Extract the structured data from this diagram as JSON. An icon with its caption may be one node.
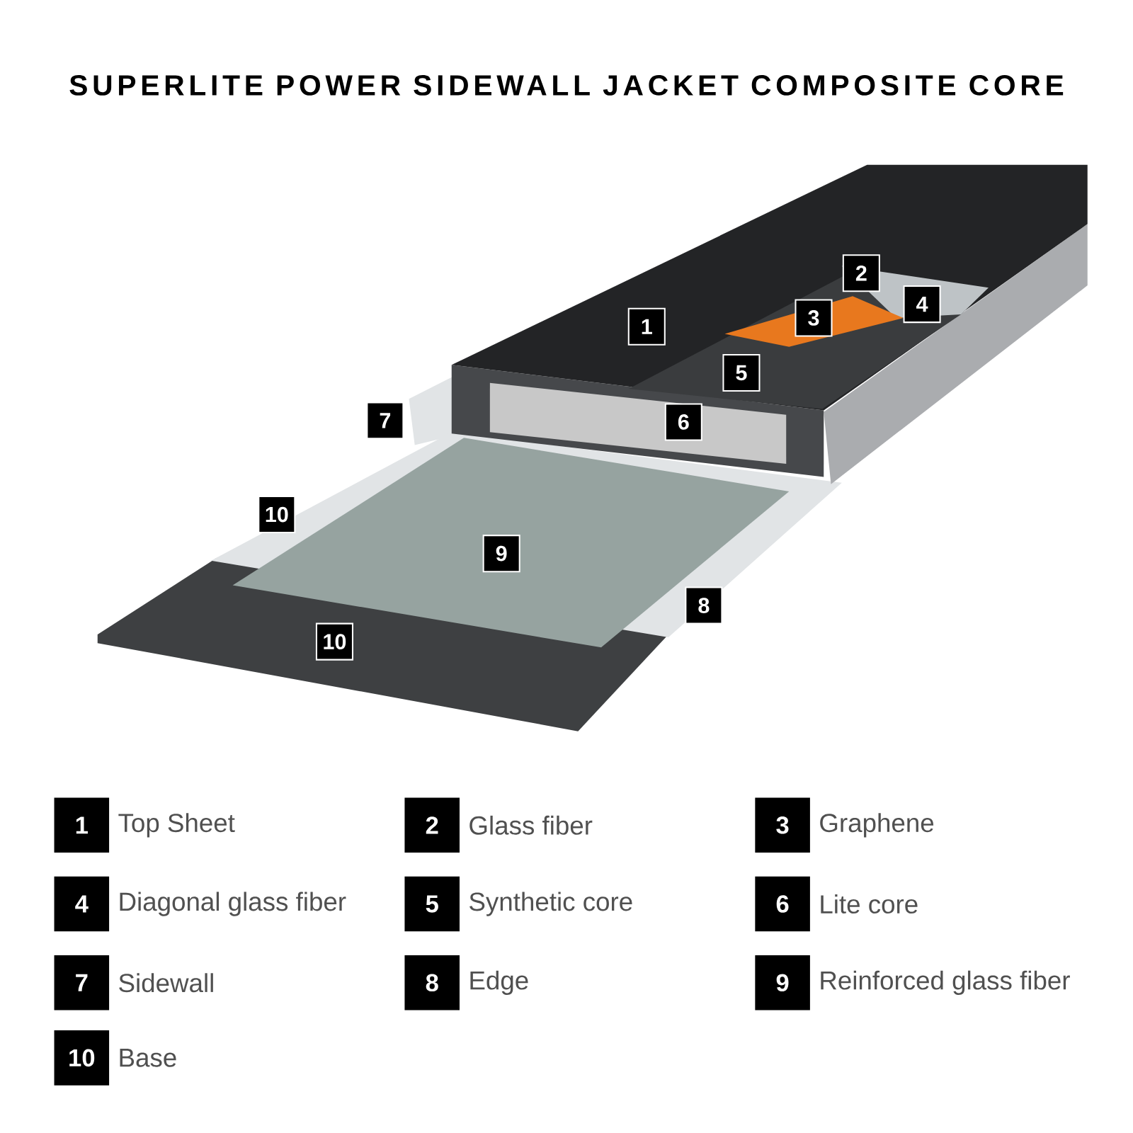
{
  "diagram": {
    "title": "SUPERLITE POWER SIDEWALL JACKET COMPOSITE CORE",
    "labels": [
      "2",
      "4",
      "3",
      "1",
      "5",
      "7",
      "6",
      "10",
      "9",
      "8",
      "10",
      "1",
      "Top Sheet",
      "2",
      "Glass fiber",
      "3",
      "Graphene",
      "4",
      "Diagonal glass fiber",
      "5",
      "Synthetic core",
      "6",
      "Lite core",
      "7",
      "Sidewall",
      "8",
      "Edge",
      "9",
      "Reinforced glass fiber",
      "10",
      "Base"
    ]
  }
}
